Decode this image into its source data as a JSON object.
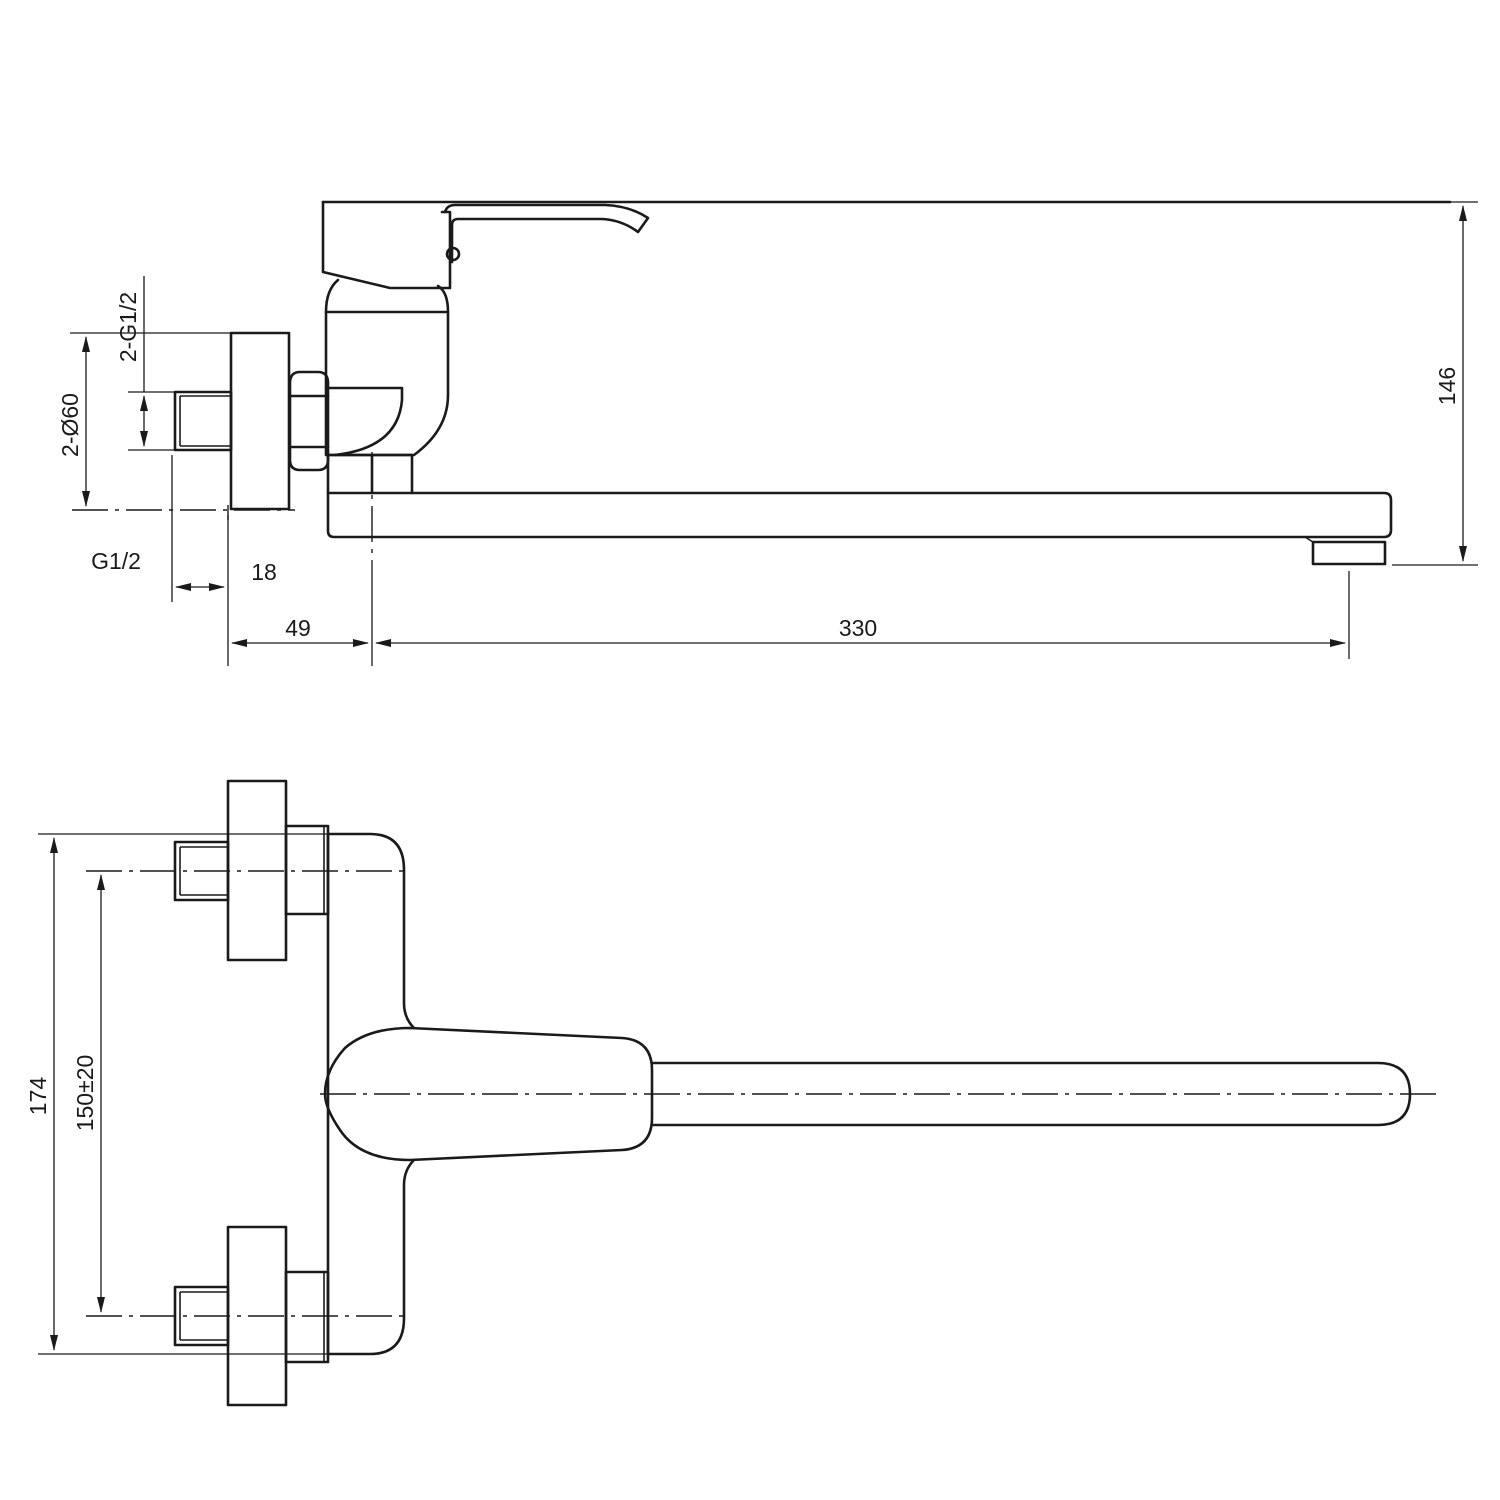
{
  "side_view": {
    "labels": {
      "thread_g12": "G1/2",
      "thread_2g12": "2-G1/2",
      "flange_diameter": "2-Ø60",
      "dim_18": "18",
      "dim_49": "49",
      "dim_330": "330",
      "dim_146": "146"
    }
  },
  "top_view": {
    "labels": {
      "dim_174": "174",
      "dim_150": "150±20"
    }
  }
}
